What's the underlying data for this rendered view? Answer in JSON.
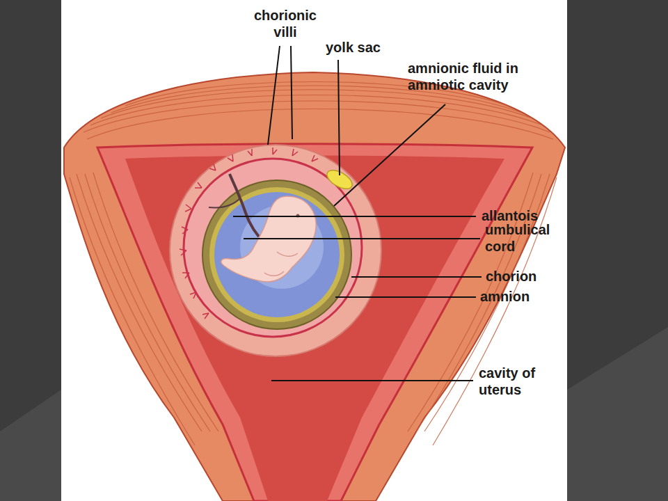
{
  "diagram": {
    "labels": [
      "chorionic villi",
      "yolk sac",
      "amnionic fluid in amniotic cavity",
      "allantois",
      "umbulical cord",
      "chorion",
      "amnion",
      "cavity of uterus"
    ]
  }
}
